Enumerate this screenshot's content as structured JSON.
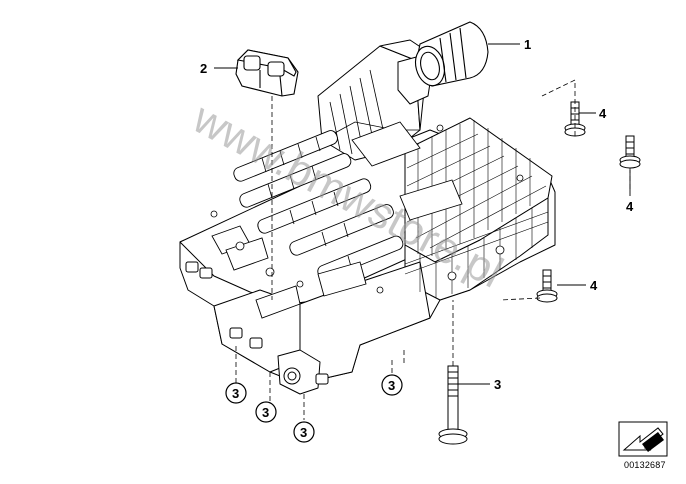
{
  "diagram": {
    "callouts": {
      "c1": "1",
      "c2": "2",
      "c3a": "3",
      "c3b": "3",
      "c3c": "3",
      "c3d": "3",
      "c3e": "3",
      "c4a": "4",
      "c4b": "4",
      "c4c": "4"
    },
    "watermark": "www.bmwstore.pl",
    "part_reference": "00132687",
    "colors": {
      "line": "#000000",
      "watermark": "#9b9b9b"
    },
    "icons": {
      "orientation": "direction-arrow-icon"
    }
  }
}
